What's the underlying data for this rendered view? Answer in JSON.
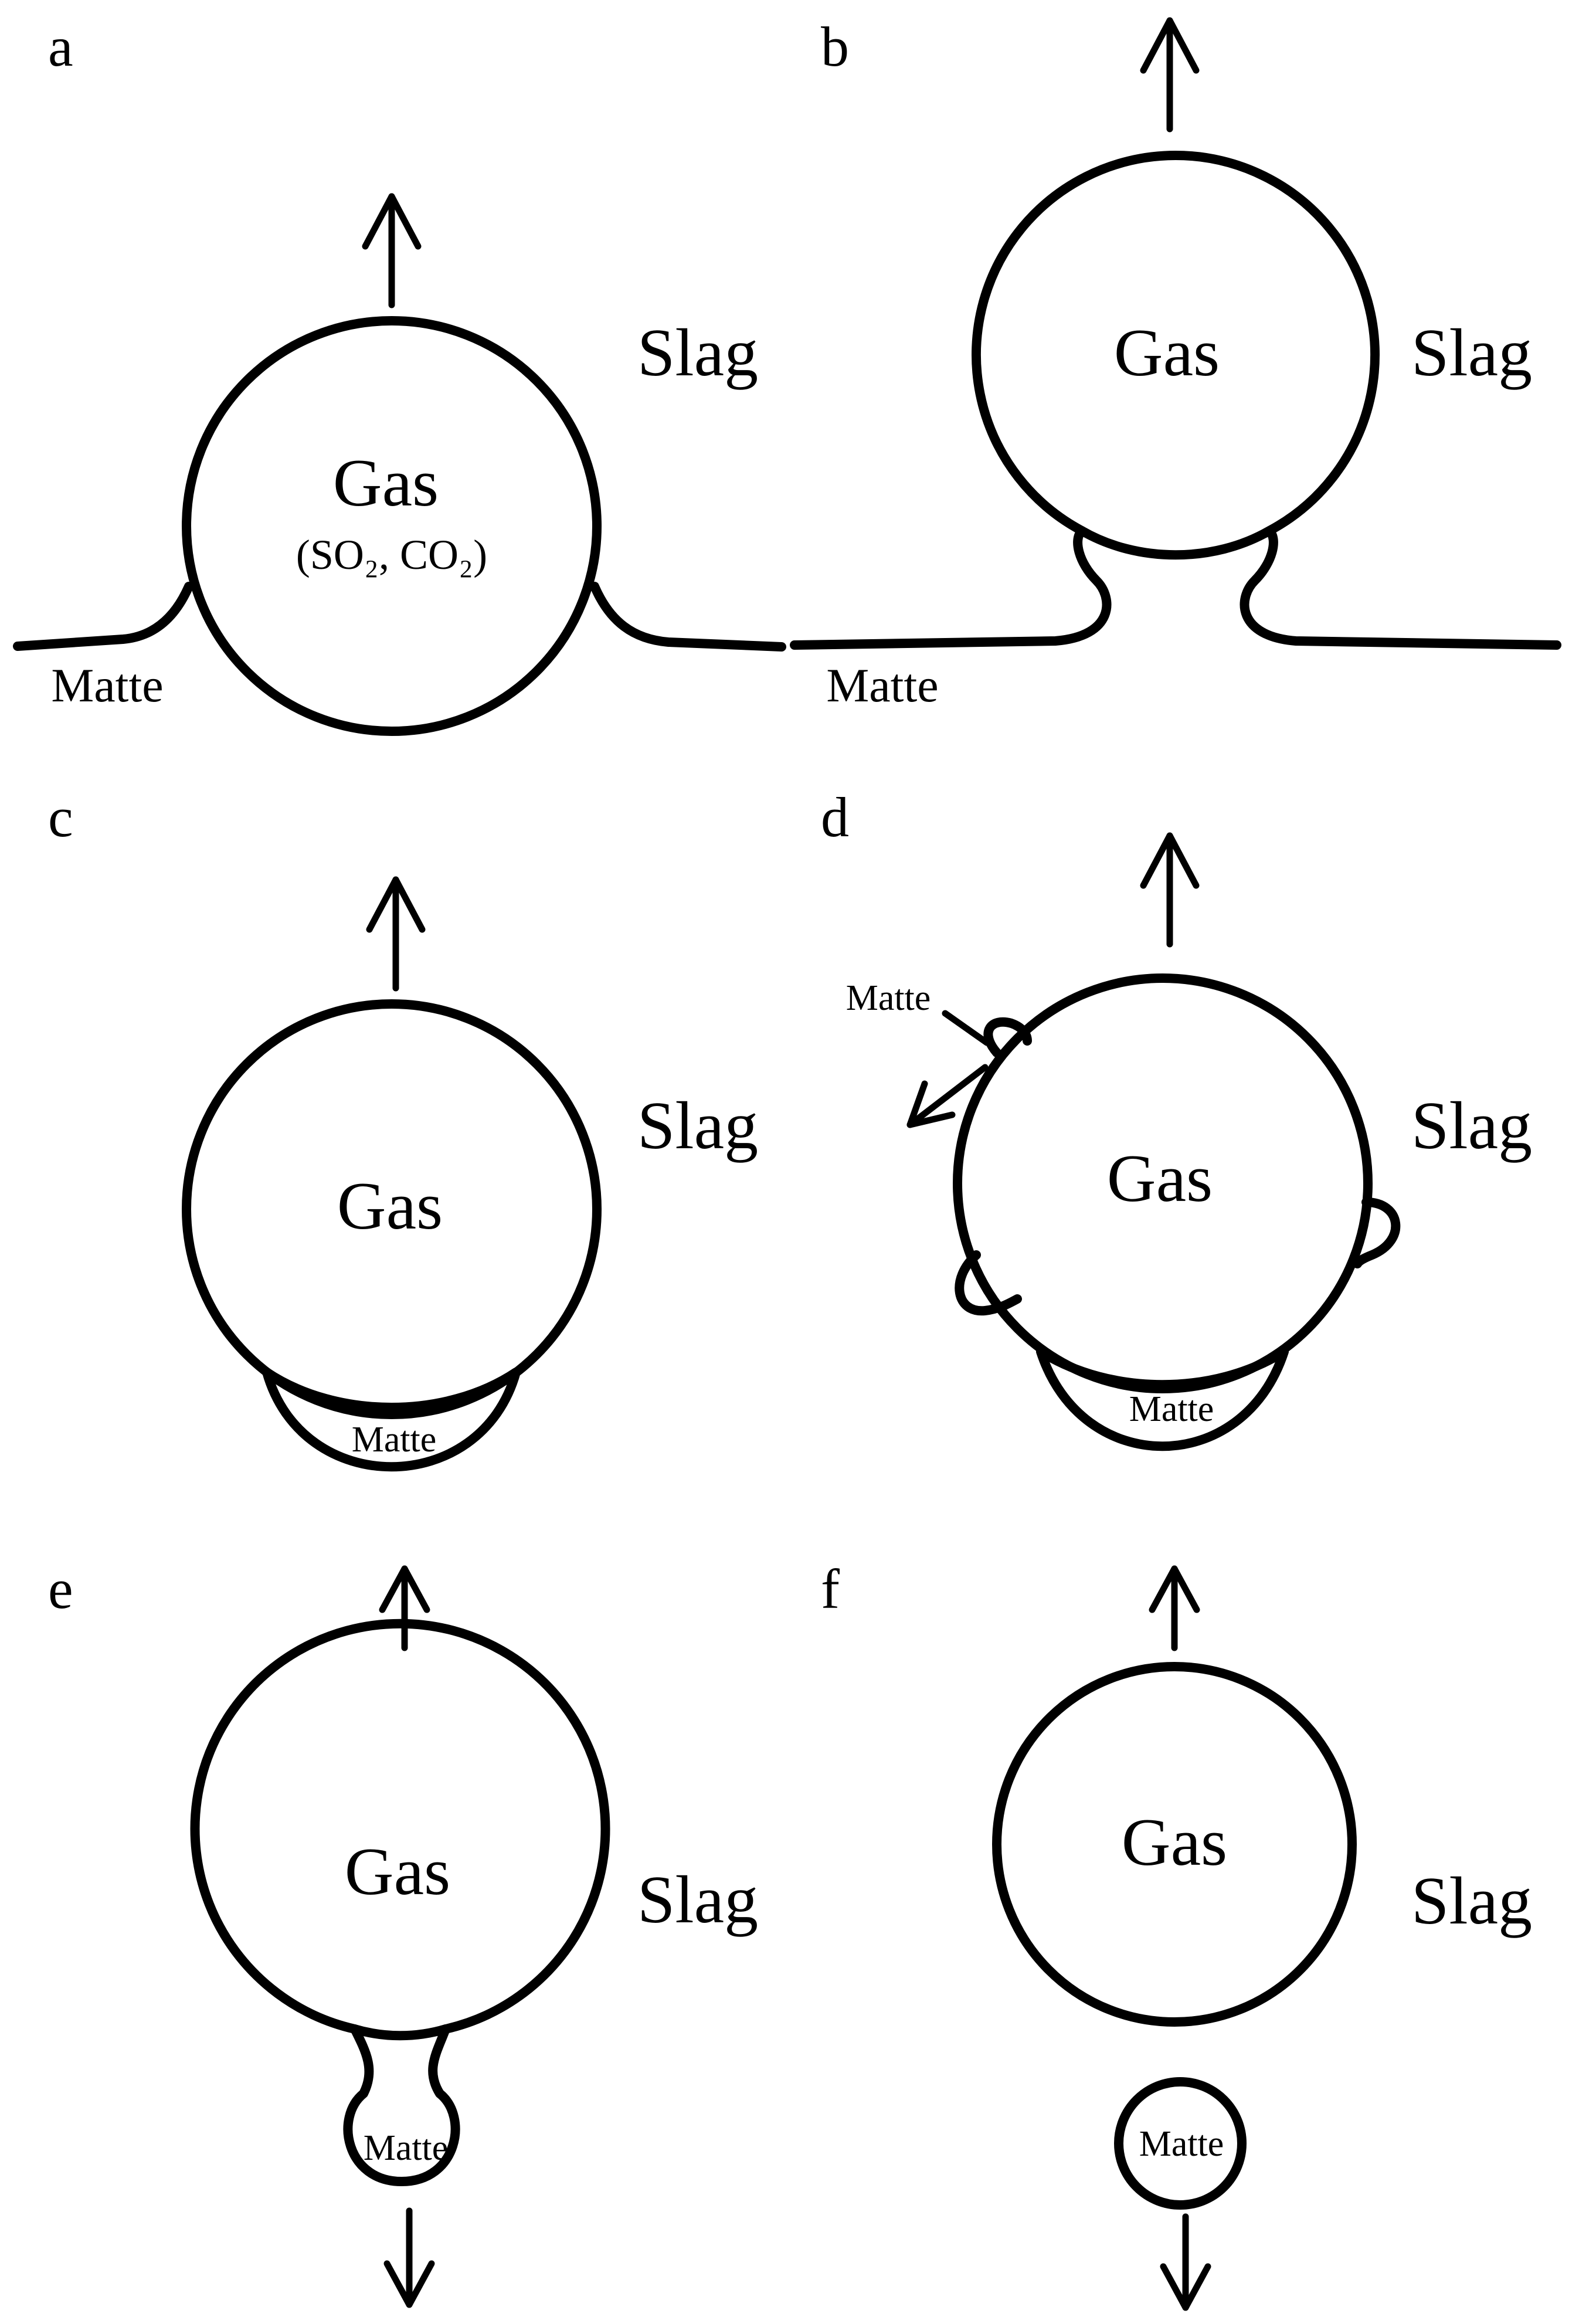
{
  "panels": {
    "a": {
      "letter": "a",
      "gas": "Gas",
      "gas_detail": "(SO₂, CO₂)",
      "slag": "Slag",
      "matte": "Matte"
    },
    "b": {
      "letter": "b",
      "gas": "Gas",
      "slag": "Slag",
      "matte": "Matte"
    },
    "c": {
      "letter": "c",
      "gas": "Gas",
      "slag": "Slag",
      "matte": "Matte"
    },
    "d": {
      "letter": "d",
      "gas": "Gas",
      "slag": "Slag",
      "matte_pointer": "Matte",
      "matte": "Matte"
    },
    "e": {
      "letter": "e",
      "gas": "Gas",
      "slag": "Slag",
      "matte": "Matte"
    },
    "f": {
      "letter": "f",
      "gas": "Gas",
      "slag": "Slag",
      "matte": "Matte"
    }
  }
}
